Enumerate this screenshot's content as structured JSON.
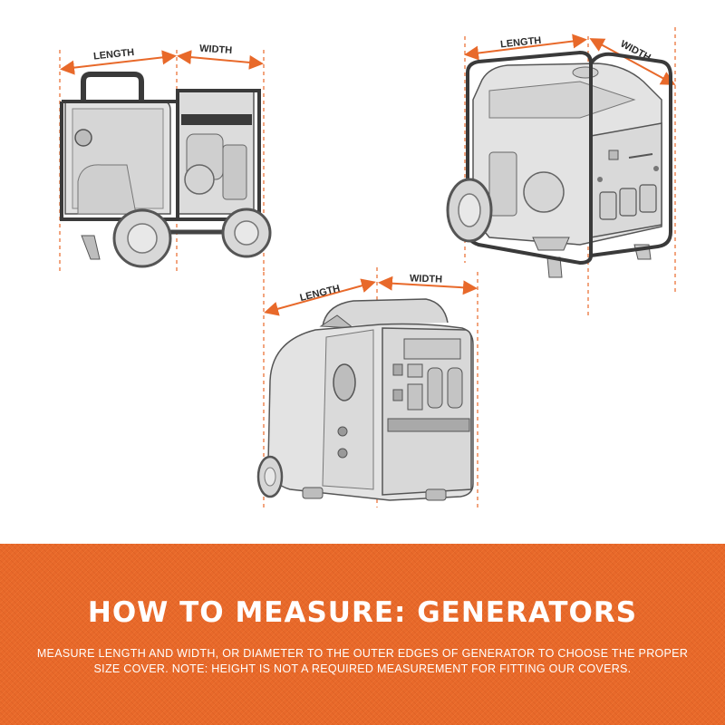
{
  "labels": {
    "length": "LENGTH",
    "width": "WIDTH"
  },
  "banner": {
    "title": "HOW TO MEASURE: GENERATORS",
    "line1": "MEASURE LENGTH AND WIDTH, OR DIAMETER TO THE OUTER EDGES OF GENERATOR TO CHOOSE THE PROPER",
    "line2": "SIZE COVER. NOTE: HEIGHT IS NOT A REQUIRED MEASUREMENT FOR FITTING OUR COVERS."
  },
  "colors": {
    "accent": "#e8692a",
    "frame": "#3a3a3a",
    "body": "#e4e4e4"
  }
}
